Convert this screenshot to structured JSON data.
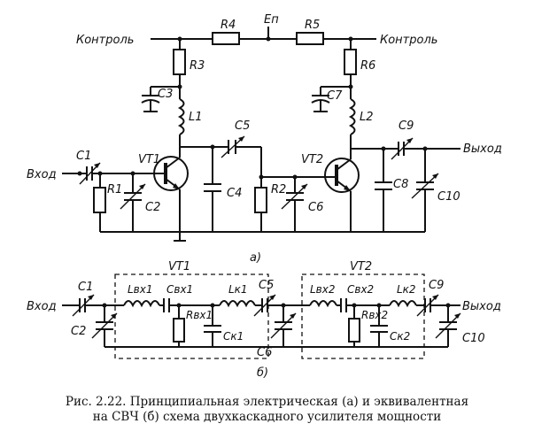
{
  "labels": {
    "kontrol_left": "Контроль",
    "kontrol_right": "Контроль",
    "vkhod_a": "Вход",
    "vykhod_a": "Выход",
    "vkhod_b": "Вход",
    "vykhod_b": "Выход",
    "ep": "Eп",
    "subfig_a": "а)",
    "subfig_b": "б)",
    "R4": "R4",
    "R5": "R5",
    "R3": "R3",
    "R6": "R6",
    "C3": "C3",
    "C7": "C7",
    "L1": "L1",
    "L2": "L2",
    "C5a": "C5",
    "C9a": "C9",
    "C1a": "C1",
    "VT1a": "VT1",
    "VT2a": "VT2",
    "R1": "R1",
    "C2a": "C2",
    "C4": "C4",
    "R2": "R2",
    "C6a": "C6",
    "C8": "C8",
    "C10a": "C10",
    "VT1b": "VT1",
    "VT2b": "VT2",
    "C1b": "C1",
    "C2b": "C2",
    "Lvx1": "Lвх1",
    "Cvx1": "Cвх1",
    "Rvx1": "Rвх1",
    "Lk1": "Lк1",
    "Ck1": "Cк1",
    "C5b": "C5",
    "C6b": "C6",
    "Lvx2": "Lвх2",
    "Cvx2": "Cвх2",
    "Rvx2": "Rвх2",
    "Lk2": "Lк2",
    "Ck2": "Cк2",
    "C9b": "C9",
    "C10b": "C10"
  },
  "caption": {
    "line1": "Рис. 2.22. Принципиальная электрическая (а) и эквивалентная",
    "line2": "на СВЧ (б) схема двухкаскадного усилителя мощности"
  }
}
